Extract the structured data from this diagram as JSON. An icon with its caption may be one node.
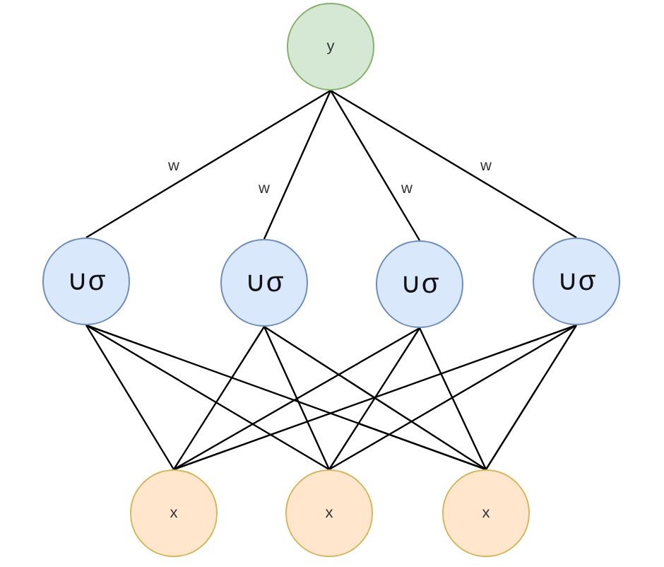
{
  "diagram": {
    "nodes": [
      {
        "text": [
          "y"
        ]
      },
      {
        "text": [
          "∪σ"
        ]
      },
      {
        "text": [
          "∪σ"
        ]
      },
      {
        "text": [
          "∪σ"
        ]
      },
      {
        "text": [
          "∪σ"
        ]
      },
      {
        "text": [
          "x"
        ]
      },
      {
        "text": [
          "x"
        ]
      },
      {
        "text": [
          "x"
        ]
      }
    ],
    "edges": [
      {
        "from": 0,
        "to": 1,
        "arrow": "none",
        "label": "w"
      },
      {
        "from": 0,
        "to": 2,
        "arrow": "none",
        "label": "w"
      },
      {
        "from": 0,
        "to": 3,
        "arrow": "none",
        "label": "w"
      },
      {
        "from": 0,
        "to": 4,
        "arrow": "none",
        "label": "w"
      },
      {
        "from": 5,
        "to": 1,
        "arrow": "none"
      },
      {
        "from": 5,
        "to": 2,
        "arrow": "none"
      },
      {
        "from": 5,
        "to": 3,
        "arrow": "none"
      },
      {
        "from": 5,
        "to": 4,
        "arrow": "none"
      },
      {
        "from": 6,
        "to": 1,
        "arrow": "none"
      },
      {
        "from": 6,
        "to": 2,
        "arrow": "none"
      },
      {
        "from": 6,
        "to": 3,
        "arrow": "none"
      },
      {
        "from": 6,
        "to": 4,
        "arrow": "none"
      },
      {
        "from": 7,
        "to": 1,
        "arrow": "none"
      },
      {
        "from": 7,
        "to": 2,
        "arrow": "none"
      },
      {
        "from": 7,
        "to": 3,
        "arrow": "none"
      },
      {
        "from": 7,
        "to": 4,
        "arrow": "none"
      }
    ]
  }
}
